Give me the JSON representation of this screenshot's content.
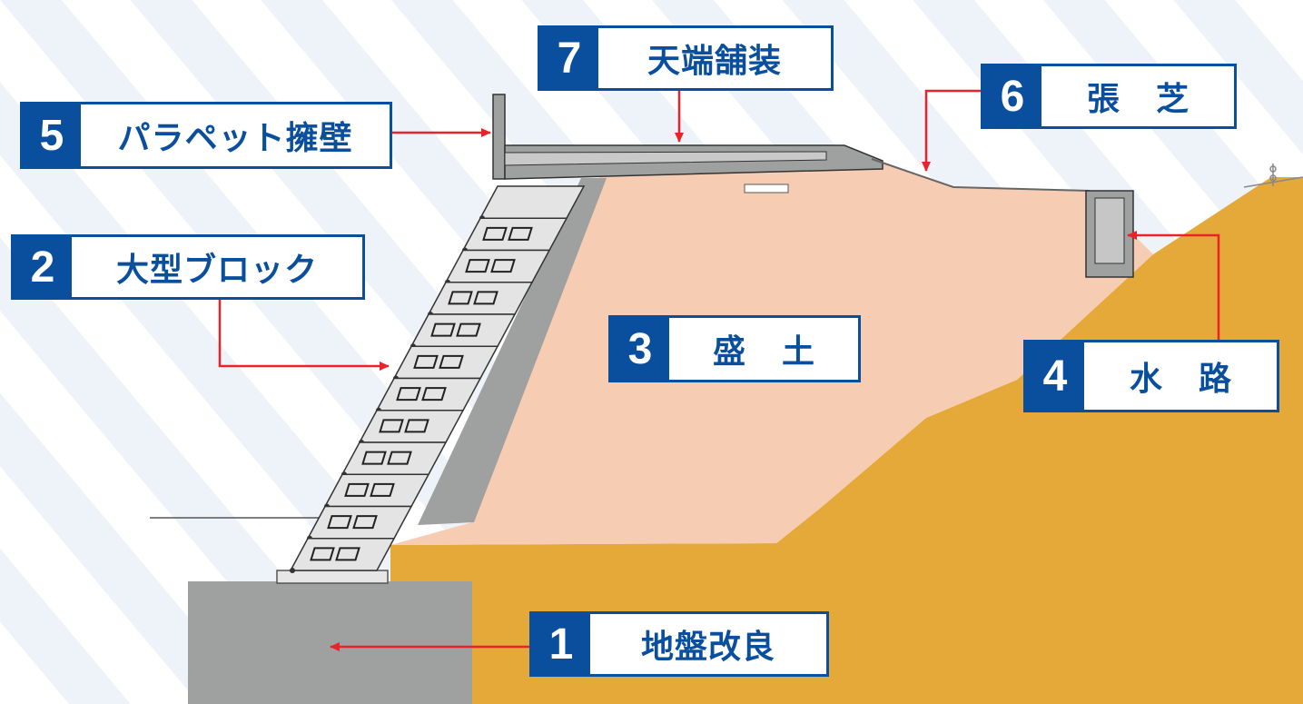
{
  "labels": {
    "ground_improvement": {
      "num": "1",
      "text": "地盤改良"
    },
    "large_block": {
      "num": "2",
      "text": "大型ブロック"
    },
    "embankment": {
      "num": "3",
      "text": "盛土"
    },
    "waterway": {
      "num": "4",
      "text": "水路"
    },
    "parapet_wall": {
      "num": "5",
      "text": "パラペット擁壁"
    },
    "turfing": {
      "num": "6",
      "text": "張芝"
    },
    "crown_paving": {
      "num": "7",
      "text": "天端舗装"
    }
  },
  "colors": {
    "brand_blue": "#0a4f9e",
    "arrow_red": "#e8232a",
    "soil": "#e5a93a",
    "embankment": "#f6cdb2",
    "concrete": "#9fa0a0",
    "background_stripe": "#eef3f9"
  },
  "icons": {
    "arrow": "arrow-right-red"
  }
}
